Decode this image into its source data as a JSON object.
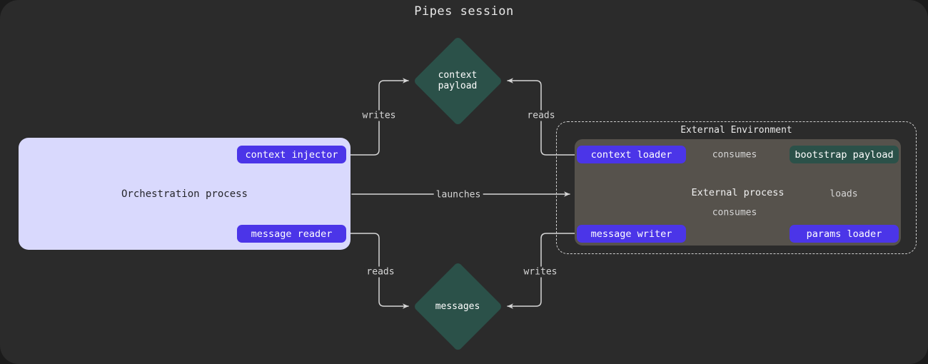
{
  "title": "Pipes session",
  "colors": {
    "canvas_bg": "#2b2b2b",
    "page_bg": "#1b1b1b",
    "panel_lavender": "#d9d9fd",
    "pill_purple": "#4b35e8",
    "teal": "#2b5149",
    "external_process_gray": "#56524c",
    "edge_stroke": "#d6d6d6",
    "text_light": "#e8e8e8",
    "text_dark": "#26262b"
  },
  "orchestration": {
    "label": "Orchestration process",
    "pills": [
      {
        "id": "context-injector",
        "label": "context injector"
      },
      {
        "id": "message-reader",
        "label": "message reader"
      }
    ]
  },
  "external": {
    "env_title": "External Environment",
    "process_label": "External process",
    "pills": [
      {
        "id": "context-loader",
        "label": "context loader"
      },
      {
        "id": "message-writer",
        "label": "message writer"
      },
      {
        "id": "params-loader",
        "label": "params loader"
      }
    ],
    "boxes": [
      {
        "id": "bootstrap-payload",
        "label": "bootstrap payload"
      }
    ]
  },
  "diamonds": [
    {
      "id": "context-payload",
      "line1": "context",
      "line2": "payload"
    },
    {
      "id": "messages",
      "line1": "messages",
      "line2": ""
    }
  ],
  "edges": [
    {
      "id": "writes-context",
      "label": "writes",
      "from": "context injector",
      "to": "context payload"
    },
    {
      "id": "reads-context",
      "label": "reads",
      "from": "context loader",
      "to": "context payload"
    },
    {
      "id": "launches",
      "label": "launches",
      "from": "Orchestration process",
      "to": "External process"
    },
    {
      "id": "reads-messages",
      "label": "reads",
      "from": "message reader",
      "to": "messages"
    },
    {
      "id": "writes-messages",
      "label": "writes",
      "from": "message writer",
      "to": "messages"
    },
    {
      "id": "consumes-context",
      "label": "consumes",
      "from": "context loader",
      "to": "bootstrap payload"
    },
    {
      "id": "consumes-message",
      "label": "consumes",
      "from": "message writer",
      "to": "bootstrap payload"
    },
    {
      "id": "loads",
      "label": "loads",
      "from": "params loader",
      "to": "bootstrap payload"
    }
  ]
}
